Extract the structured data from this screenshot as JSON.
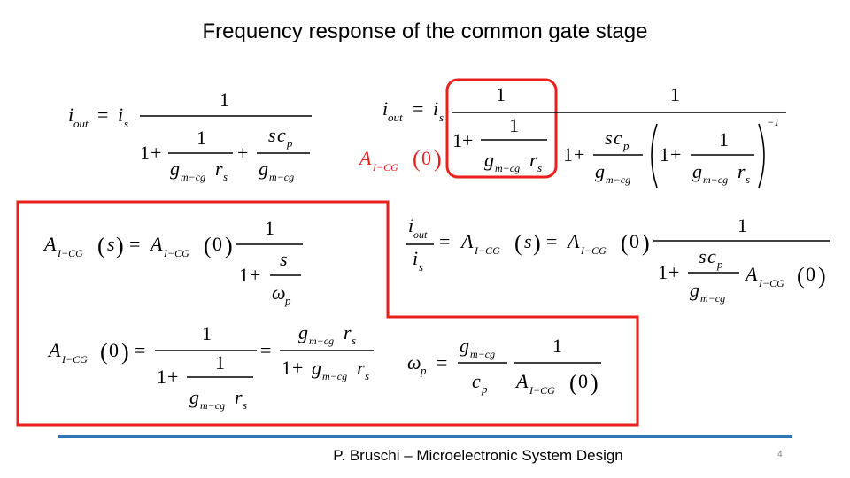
{
  "slide": {
    "title": "Frequency response of the common gate stage",
    "footer": "P. Bruschi – Microelectronic System Design",
    "page_number": "4"
  },
  "colors": {
    "highlight": "#e8211f",
    "footer_bar": "#2e75b6",
    "text": "#000000"
  },
  "glyphs": {
    "one": "1",
    "zero": "0",
    "eq": "=",
    "plus": "+",
    "lp": "(",
    "rp": ")",
    "inv_exp": "−1",
    "i": "i",
    "out": "out",
    "s": "s",
    "c": "c",
    "p": "p",
    "g": "g",
    "m_cg": "m−cg",
    "r": "r",
    "A": "A",
    "I_CG": "I−CG",
    "omega": "ω"
  }
}
